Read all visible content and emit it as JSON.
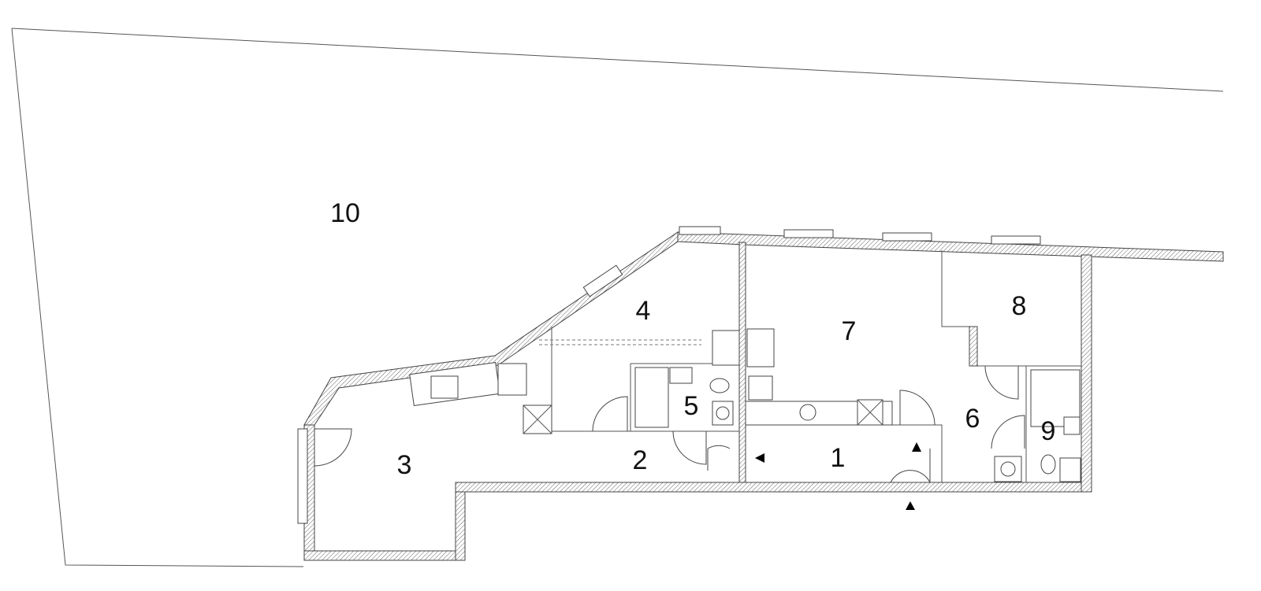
{
  "rooms": [
    {
      "id": "1",
      "label": "1"
    },
    {
      "id": "2",
      "label": "2"
    },
    {
      "id": "3",
      "label": "3"
    },
    {
      "id": "4",
      "label": "4"
    },
    {
      "id": "5",
      "label": "5"
    },
    {
      "id": "6",
      "label": "6"
    },
    {
      "id": "7",
      "label": "7"
    },
    {
      "id": "8",
      "label": "8"
    },
    {
      "id": "9",
      "label": "9"
    },
    {
      "id": "10",
      "label": "10"
    }
  ],
  "colors": {
    "wall_stroke": "#444444",
    "outline": "#555555",
    "label": "#111111",
    "background": "#ffffff"
  }
}
